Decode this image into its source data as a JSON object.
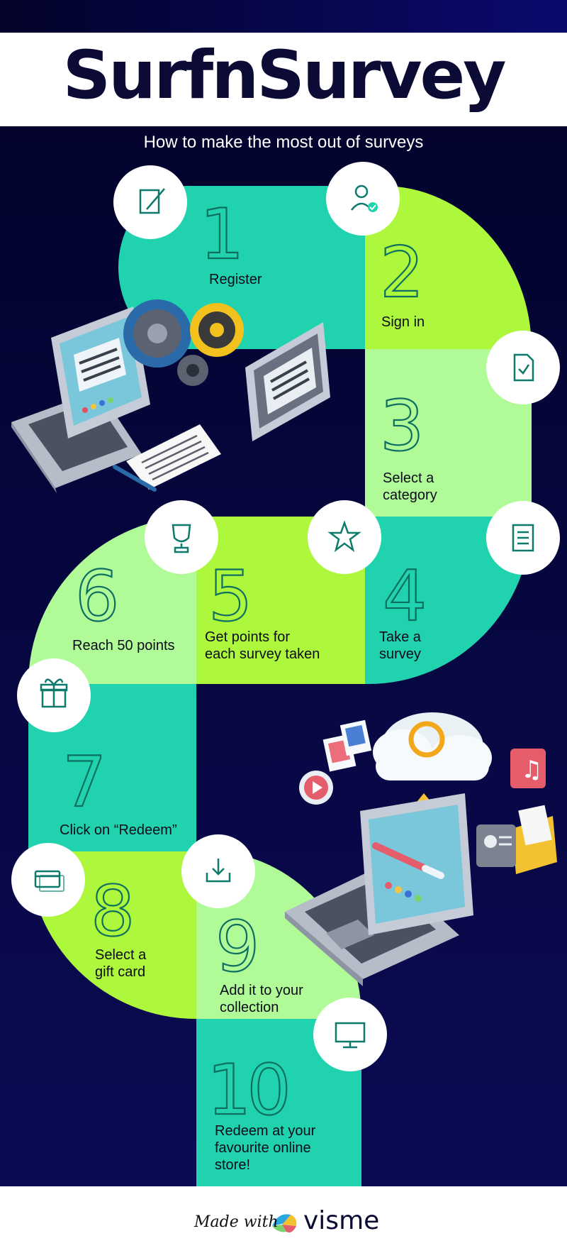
{
  "title": "SurfnSurvey",
  "subtitle": "How to make the most out of surveys",
  "footer": {
    "made_with": "Made with",
    "brand": "visme"
  },
  "steps": [
    {
      "number": "1",
      "label": "Register",
      "icon": "edit-icon"
    },
    {
      "number": "2",
      "label": "Sign in",
      "icon": "user-check-icon"
    },
    {
      "number": "3",
      "label": "Select a\ncategory",
      "icon": "document-check-icon"
    },
    {
      "number": "4",
      "label": "Take a\nsurvey",
      "icon": "checklist-icon"
    },
    {
      "number": "5",
      "label": "Get points for\neach survey taken",
      "icon": "star-icon"
    },
    {
      "number": "6",
      "label": "Reach 50 points",
      "icon": "trophy-icon"
    },
    {
      "number": "7",
      "label": "Click on “Redeem”",
      "icon": "gift-icon"
    },
    {
      "number": "8",
      "label": "Select a\ngift card",
      "icon": "credit-card-icon"
    },
    {
      "number": "9",
      "label": "Add it to your\ncollection",
      "icon": "download-tray-icon"
    },
    {
      "number": "10",
      "label": "Redeem at your\nfavourite online\nstore!",
      "icon": "monitor-icon"
    }
  ],
  "colors": {
    "navy": "#06063a",
    "teal": "#20d3ae",
    "lime": "#adf73c",
    "pale_green": "#b0fb97",
    "icon_stroke": "#0e7a6c"
  }
}
